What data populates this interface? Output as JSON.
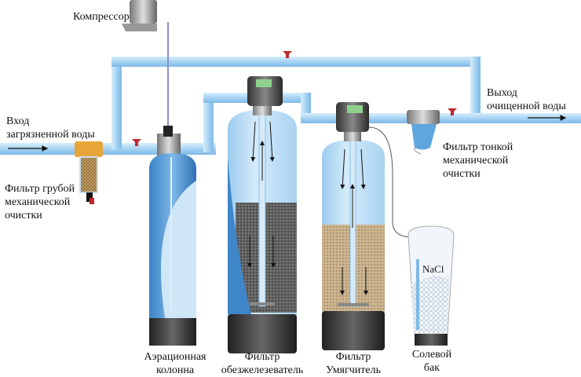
{
  "labels": {
    "compressor": "Компрессор",
    "inlet": [
      "Вход",
      "загрязненной воды"
    ],
    "outlet": [
      "Выход",
      "очищенной воды"
    ],
    "coarse_filter": [
      "Фильтр грубой",
      "механической",
      "очистки"
    ],
    "fine_filter": [
      "Фильтр тонкой",
      "механической",
      "очистки"
    ],
    "aeration_column": [
      "Аэрационная",
      "колонна"
    ],
    "iron_filter": [
      "Фильтр",
      "обезжелезеватель"
    ],
    "softener": [
      "Фильтр",
      "Умягчитель"
    ],
    "salt_tank": [
      "Солевой",
      "бак"
    ],
    "salt_label": "NaCl"
  },
  "colors": {
    "pipe": "#a9d4f2",
    "water": "#bfe0f6",
    "tank_dark": "#3a3a3a",
    "valve": "#c0272d",
    "iron_media": "#6b6b6b",
    "softener_media": "#c9b48e"
  }
}
